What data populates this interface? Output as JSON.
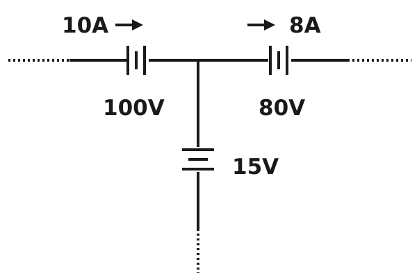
{
  "diagram": {
    "branch_left": {
      "current": "10A",
      "voltage": "100V"
    },
    "branch_right": {
      "current": "8A",
      "voltage": "80V"
    },
    "branch_bottom": {
      "voltage": "15V"
    },
    "colors": {
      "ink": "#1a1a1a",
      "background": "#ffffff"
    }
  }
}
